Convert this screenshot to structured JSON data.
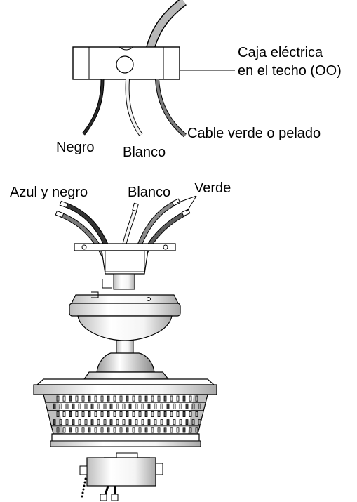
{
  "labels": {
    "junction_box_line1": "Caja eléctrica",
    "junction_box_line2": "en el techo (OO)",
    "black_supply_wire": "Negro",
    "white_supply_wire": "Blanco",
    "ground_supply_wire": "Cable verde o pelado",
    "fan_blue_black_wires": "Azul y negro",
    "fan_white_wire": "Blanco",
    "fan_green_wires": "Verde"
  },
  "colors": {
    "line": "#000000",
    "wire_black": "#2a2a2a",
    "wire_white": "#f2f2f2",
    "wire_gray": "#777777",
    "body_fill": "#ffffff"
  }
}
